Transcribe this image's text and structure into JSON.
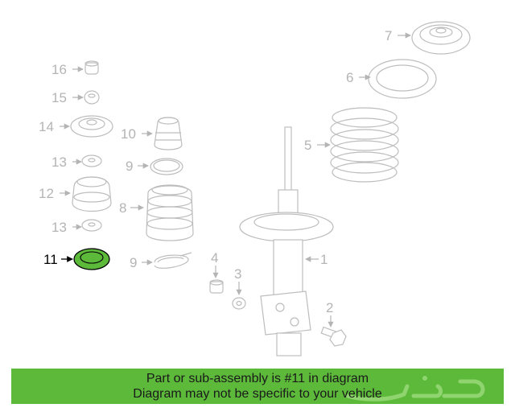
{
  "callouts": [
    {
      "id": "1",
      "label": "1"
    },
    {
      "id": "2",
      "label": "2"
    },
    {
      "id": "3",
      "label": "3"
    },
    {
      "id": "4",
      "label": "4"
    },
    {
      "id": "5",
      "label": "5"
    },
    {
      "id": "6",
      "label": "6"
    },
    {
      "id": "7",
      "label": "7"
    },
    {
      "id": "8",
      "label": "8"
    },
    {
      "id": "9a",
      "label": "9"
    },
    {
      "id": "9b",
      "label": "9"
    },
    {
      "id": "10",
      "label": "10"
    },
    {
      "id": "11",
      "label": "11"
    },
    {
      "id": "12",
      "label": "12"
    },
    {
      "id": "13a",
      "label": "13"
    },
    {
      "id": "13b",
      "label": "13"
    },
    {
      "id": "14",
      "label": "14"
    },
    {
      "id": "15",
      "label": "15"
    },
    {
      "id": "16",
      "label": "16"
    }
  ],
  "highlight": {
    "part": "11",
    "color": "#5cb93a"
  },
  "banner": {
    "line1": "Part or sub-assembly is #11 in diagram",
    "line2": "Diagram may not be specific to your vehicle",
    "background": "#5cb93a"
  },
  "watermark": {
    "text": "حراج"
  }
}
